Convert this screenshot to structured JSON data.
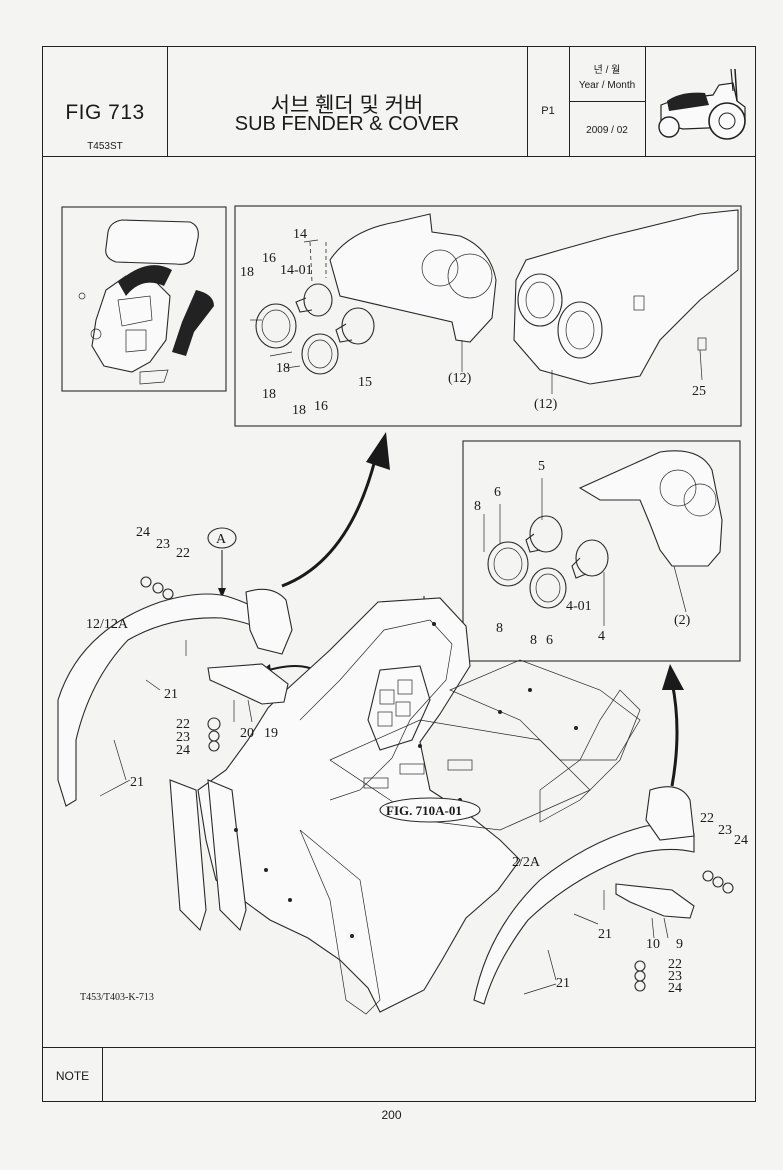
{
  "header": {
    "fig_number": "FIG 713",
    "model": "T453ST",
    "title_ko": "서브 휀더 및 커버",
    "title_en": "SUB FENDER & COVER",
    "page_code": "P1",
    "date_label_ko": "년 / 월",
    "date_label_en": "Year / Month",
    "date_value": "2009 / 02"
  },
  "drawing": {
    "ref_figure": "FIG. 710A-01",
    "drawing_code": "T453/T403-K-713",
    "view_marker": "A",
    "callouts": {
      "top_detail": [
        "14",
        "16",
        "14-01",
        "18",
        "18",
        "18",
        "16",
        "18",
        "15",
        "(12)",
        "(12)",
        "25"
      ],
      "right_detail": [
        "5",
        "6",
        "8",
        "8",
        "8",
        "6",
        "4-01",
        "4",
        "(2)"
      ],
      "left_fender": [
        "24",
        "23",
        "22",
        "12/12A",
        "21",
        "22",
        "23",
        "24",
        "20",
        "19",
        "21"
      ],
      "right_fender": [
        "22",
        "23",
        "24",
        "2/2A",
        "21",
        "10",
        "9",
        "22",
        "23",
        "24",
        "21"
      ]
    }
  },
  "footer": {
    "note_label": "NOTE",
    "note_text": "",
    "page_number": "200"
  }
}
